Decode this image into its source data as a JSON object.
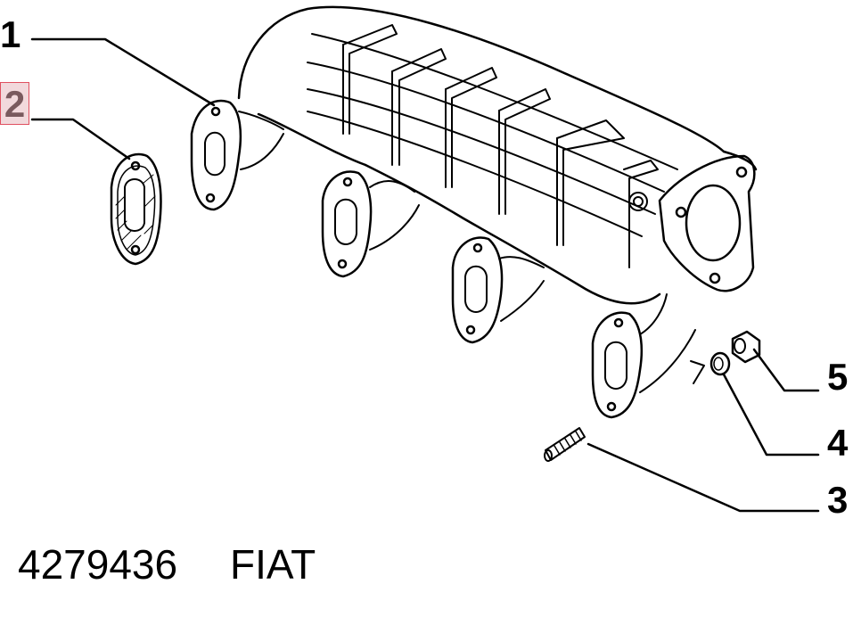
{
  "callouts": [
    {
      "id": "1",
      "label": "1",
      "highlighted": false
    },
    {
      "id": "2",
      "label": "2",
      "highlighted": true
    },
    {
      "id": "3",
      "label": "3",
      "highlighted": false
    },
    {
      "id": "4",
      "label": "4",
      "highlighted": false
    },
    {
      "id": "5",
      "label": "5",
      "highlighted": false
    }
  ],
  "footer": {
    "part_number": "4279436",
    "brand": "FIAT"
  },
  "colors": {
    "line": "#000000",
    "background": "#ffffff",
    "highlight_fill": "#f2d9dc",
    "highlight_border": "#e05060"
  }
}
